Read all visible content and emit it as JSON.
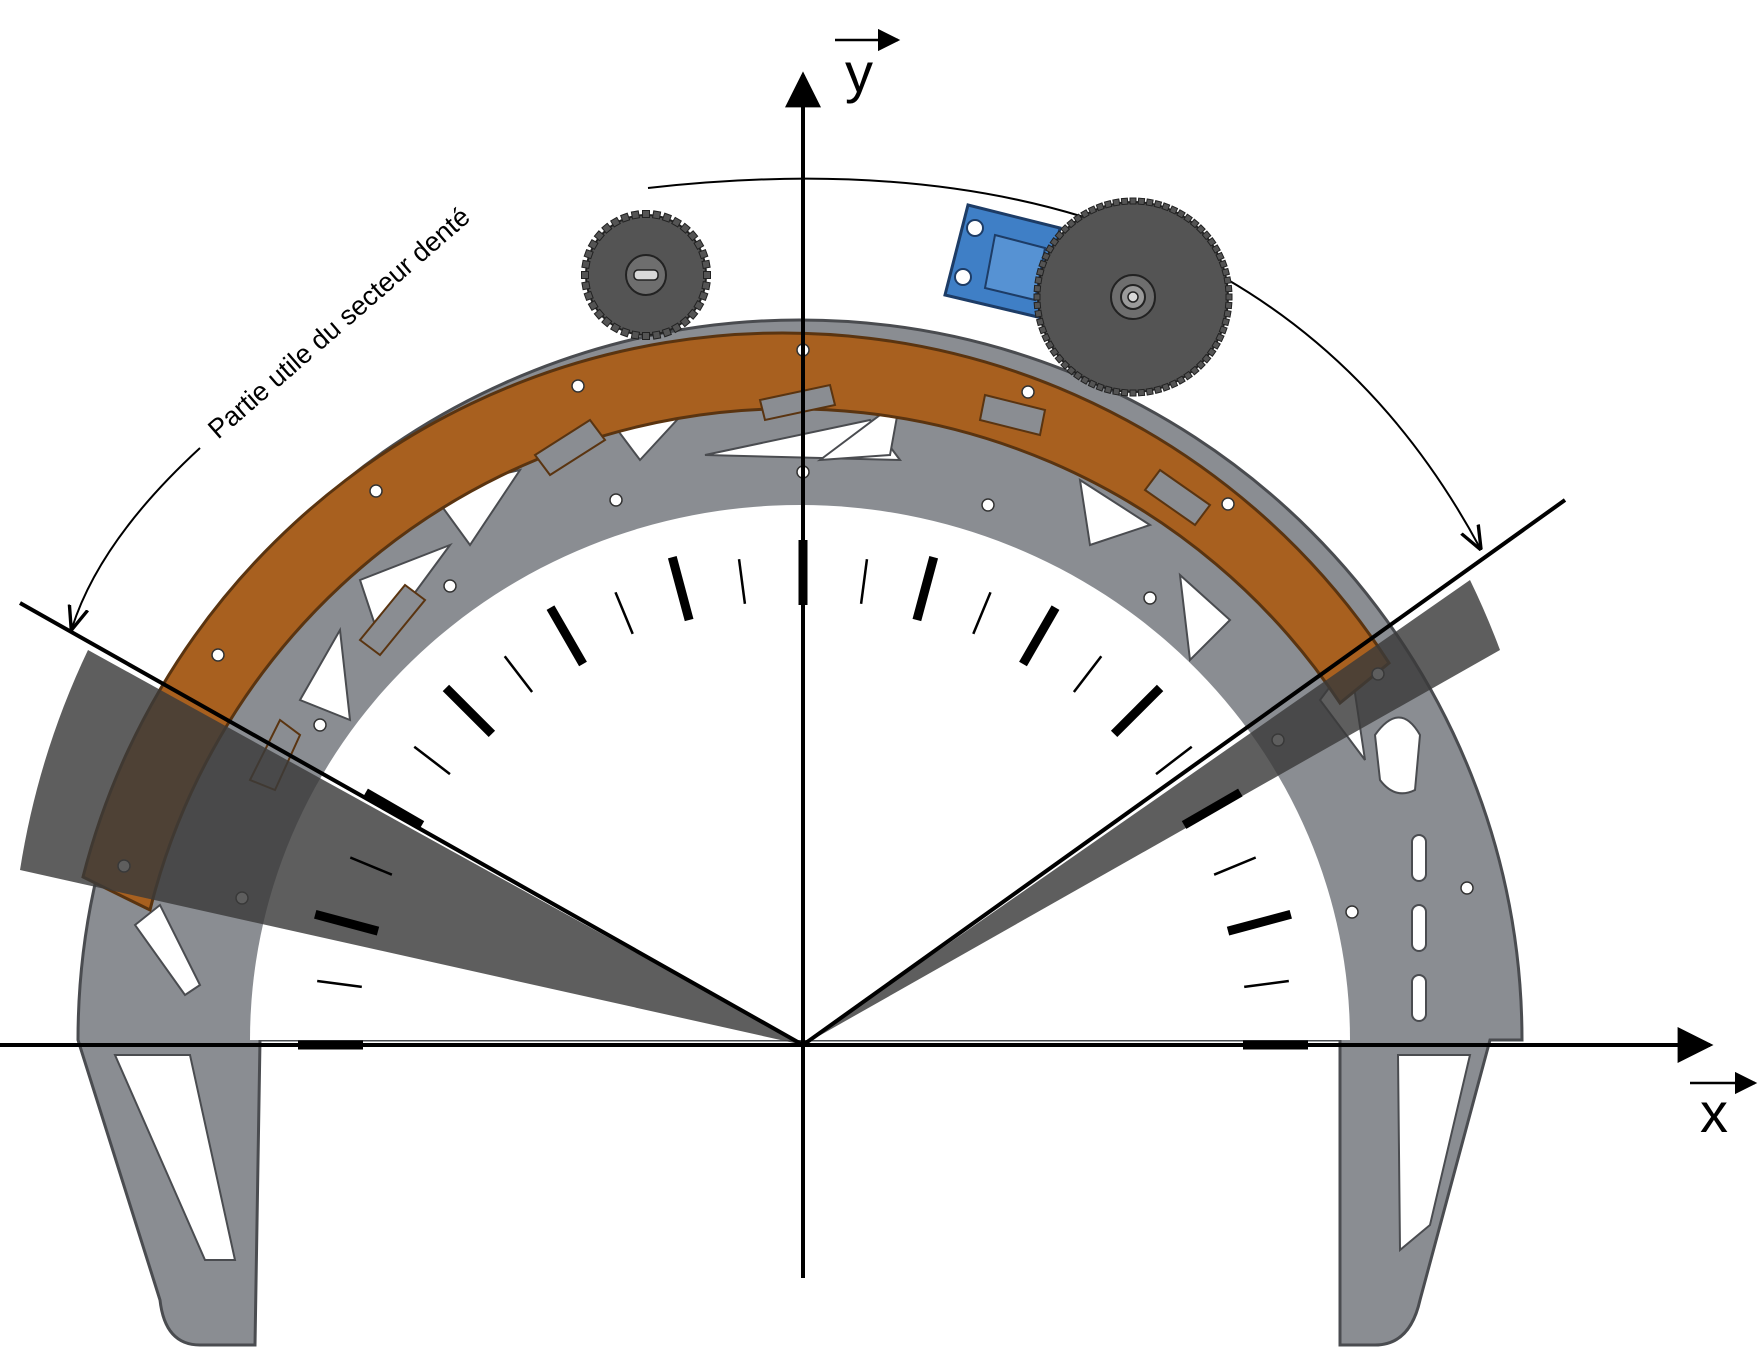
{
  "labels": {
    "y_axis": "y",
    "x_axis": "x",
    "arc_caption": "Partie utile du secteur denté"
  },
  "colors": {
    "toothed_sector": "#a8601f",
    "frame": "#8a8d92",
    "frame_outline": "#4a4c50",
    "shadow_sector": "#3a3a3a",
    "gear": "#545454",
    "motor_bracket": "#3f7fc6",
    "ink": "#000000"
  },
  "icons": {
    "small_gear": "gear-icon",
    "large_gear": "gear-icon",
    "motor": "motor-bracket-icon"
  },
  "scale": {
    "bold_tick_count": 13,
    "fine_tick_count": 12
  }
}
